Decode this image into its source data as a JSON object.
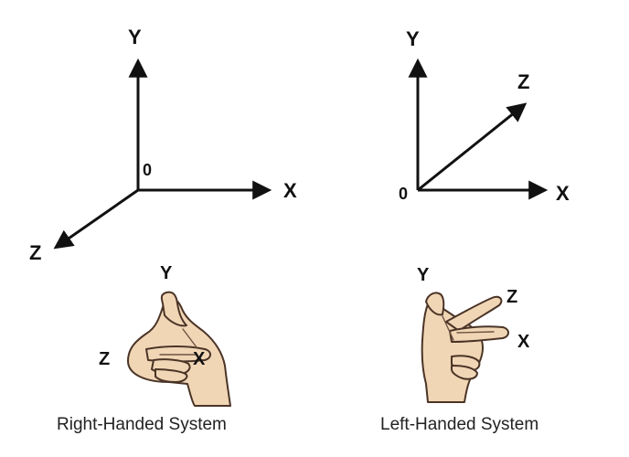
{
  "right_system": {
    "axes": {
      "y": "Y",
      "x": "X",
      "z": "Z",
      "origin": "0"
    },
    "hand": {
      "y": "Y",
      "z": "Z",
      "x": "X"
    },
    "caption": "Right-Handed System"
  },
  "left_system": {
    "axes": {
      "y": "Y",
      "x": "X",
      "z": "Z",
      "origin": "0"
    },
    "hand": {
      "y": "Y",
      "z": "Z",
      "x": "X"
    },
    "caption": "Left-Handed System"
  },
  "colors": {
    "lines": "#111111",
    "skin": "#f1d6b6",
    "outline": "#4a3426"
  }
}
